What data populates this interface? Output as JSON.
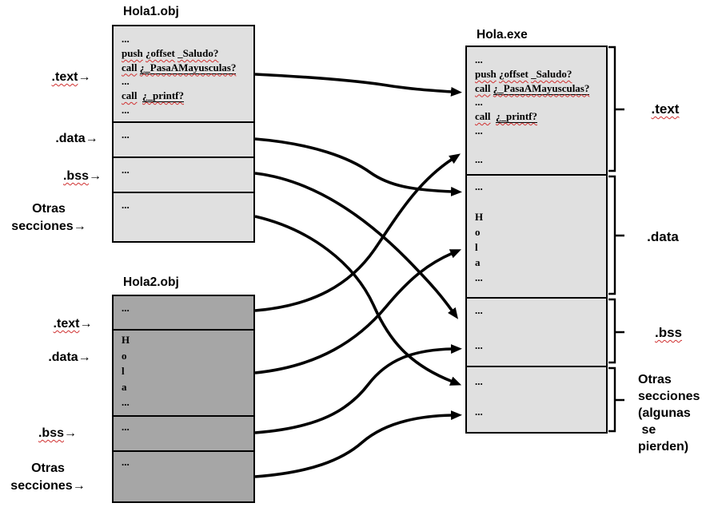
{
  "colors": {
    "box_light": "#e0e0e0",
    "box_dark": "#a6a6a6",
    "border": "#000000",
    "arrow": "#000000",
    "squiggle": "#d03030"
  },
  "boxes": {
    "obj1": {
      "title": "Hola1.obj",
      "sections": [
        {
          "name": ".text",
          "lines": [
            "...",
            "push ¿offset _Saludo?",
            "call ¿_PasaAMayusculas?",
            "...",
            "call  ¿_printf?",
            "..."
          ]
        },
        {
          "name": ".data",
          "lines": [
            "..."
          ]
        },
        {
          "name": ".bss",
          "lines": [
            "..."
          ]
        },
        {
          "name": "otras-secciones",
          "lines": [
            "..."
          ]
        }
      ]
    },
    "obj2": {
      "title": "Hola2.obj",
      "sections": [
        {
          "name": ".text",
          "lines": [
            "..."
          ]
        },
        {
          "name": ".data",
          "lines": [
            "H",
            "o",
            "l",
            "a",
            "..."
          ]
        },
        {
          "name": ".bss",
          "lines": [
            "..."
          ]
        },
        {
          "name": "otras-secciones",
          "lines": [
            "..."
          ]
        }
      ]
    },
    "exe": {
      "title": "Hola.exe",
      "sections": [
        {
          "name": ".text",
          "lines": [
            "...",
            "push ¿offset _Saludo?",
            "call ¿_PasaAMayusculas?",
            "...",
            "call  ¿_printf?",
            "...",
            "",
            "..."
          ]
        },
        {
          "name": ".data",
          "lines": [
            "...",
            "",
            "H",
            "o",
            "l",
            "a",
            "..."
          ]
        },
        {
          "name": ".bss",
          "lines": [
            "...",
            "",
            "..."
          ]
        },
        {
          "name": "otras-secciones",
          "lines": [
            "...",
            "",
            "..."
          ]
        }
      ]
    }
  },
  "left_labels": [
    {
      "text": ".text",
      "arrow": "→",
      "squiggle": true
    },
    {
      "text": ".data",
      "arrow": "→",
      "squiggle": false
    },
    {
      "text": ".bss",
      "arrow": "→",
      "squiggle": true
    },
    {
      "line1": "Otras",
      "text": "secciones",
      "arrow": "→",
      "squiggle": false
    },
    {
      "text": ".text",
      "arrow": "→",
      "squiggle": true
    },
    {
      "text": ".data",
      "arrow": "→",
      "squiggle": false
    },
    {
      "text": ".bss",
      "arrow": "→",
      "squiggle": true
    },
    {
      "line1": "Otras",
      "text": "secciones",
      "arrow": "→",
      "squiggle": false
    }
  ],
  "right_labels": {
    "text": {
      "text": ".text",
      "squiggle": true
    },
    "data": {
      "text": ".data",
      "squiggle": false
    },
    "bss": {
      "text": ".bss",
      "squiggle": true
    },
    "otras_lines": [
      "Otras",
      "secciones",
      "(algunas",
      " se",
      "pierden)"
    ]
  },
  "arrows": [
    {
      "id": "a1",
      "from": "Hola1.obj .text",
      "to": "Hola.exe .text"
    },
    {
      "id": "a2",
      "from": "Hola1.obj .data",
      "to": "Hola.exe .data"
    },
    {
      "id": "a3",
      "from": "Hola1.obj .bss",
      "to": "Hola.exe .bss"
    },
    {
      "id": "a4",
      "from": "Hola1.obj otras secciones",
      "to": "Hola.exe otras secciones"
    },
    {
      "id": "a5",
      "from": "Hola2.obj .text",
      "to": "Hola.exe .text"
    },
    {
      "id": "a6",
      "from": "Hola2.obj .data",
      "to": "Hola.exe .data"
    },
    {
      "id": "a7",
      "from": "Hola2.obj .bss",
      "to": "Hola.exe .bss"
    },
    {
      "id": "a8",
      "from": "Hola2.obj otras secciones",
      "to": "Hola.exe otras secciones"
    }
  ]
}
